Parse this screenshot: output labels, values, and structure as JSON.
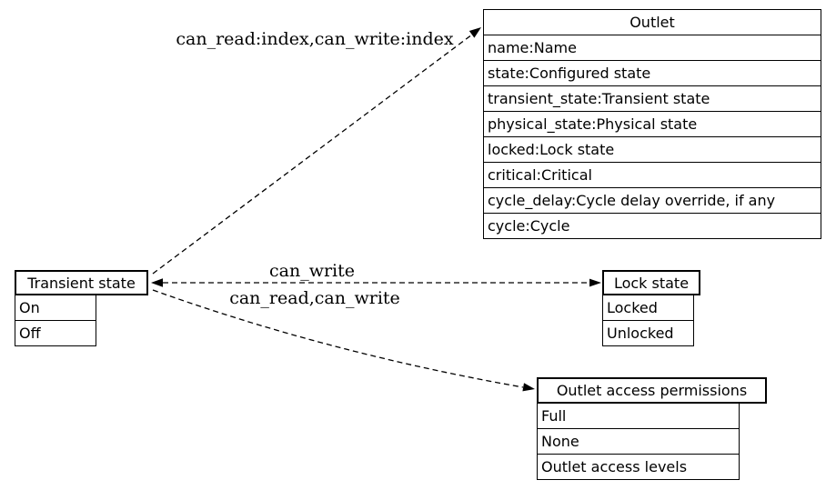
{
  "colors": {
    "background": "#ffffff",
    "stroke": "#000000",
    "text": "#000000"
  },
  "nodes": {
    "outlet": {
      "title": "Outlet",
      "fields": [
        "name:Name",
        "state:Configured state",
        "transient_state:Transient state",
        "physical_state:Physical state",
        "locked:Lock state",
        "critical:Critical",
        "cycle_delay:Cycle delay override, if any",
        "cycle:Cycle"
      ]
    },
    "transient_state": {
      "title": "Transient state",
      "values": [
        "On",
        "Off"
      ]
    },
    "lock_state": {
      "title": "Lock state",
      "values": [
        "Locked",
        "Unlocked"
      ]
    },
    "outlet_access": {
      "title": "Outlet access permissions",
      "values": [
        "Full",
        "None",
        "Outlet access levels"
      ]
    }
  },
  "edges": {
    "to_outlet": {
      "label": "can_read:index,can_write:index",
      "from": "Transient state",
      "to": "Outlet",
      "style": "dashed",
      "direction": "forward"
    },
    "to_lock_state": {
      "label": "can_write",
      "from": "Transient state",
      "to": "Lock state",
      "style": "dashed",
      "direction": "both"
    },
    "to_outlet_access": {
      "label": "can_read,can_write",
      "from": "Transient state",
      "to": "Outlet access permissions",
      "style": "dashed",
      "direction": "forward"
    }
  }
}
